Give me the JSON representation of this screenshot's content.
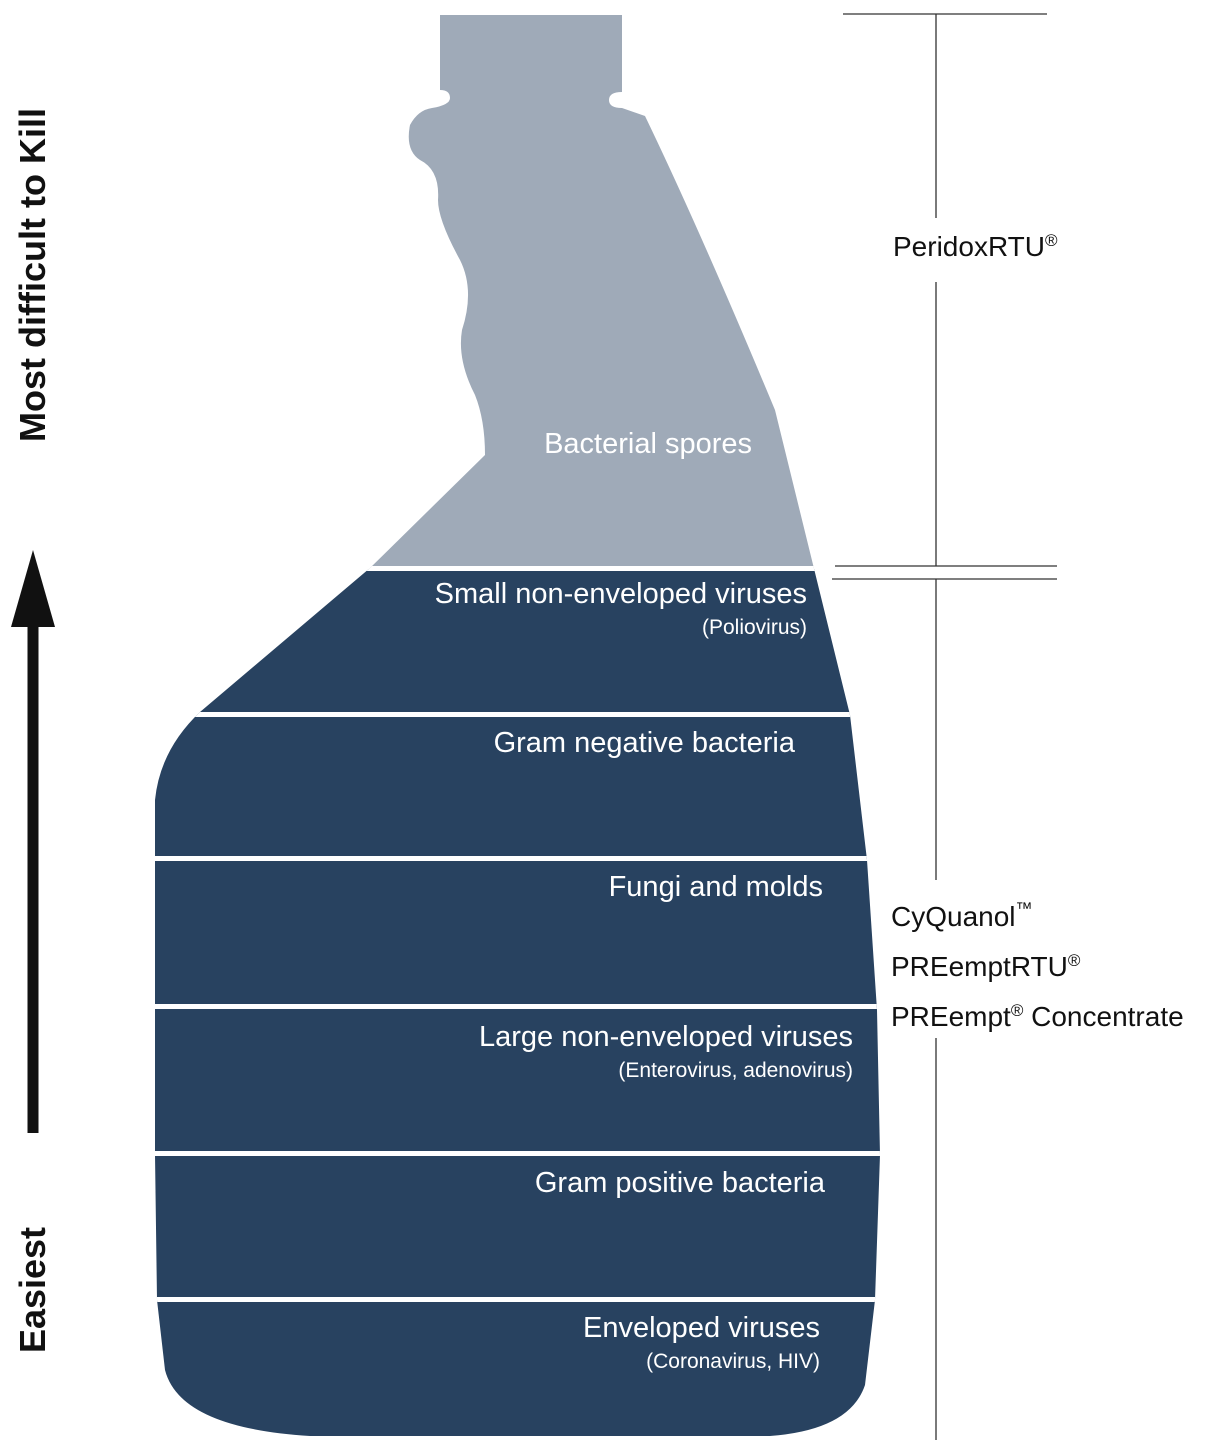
{
  "axis": {
    "top_label": "Most difficult to Kill",
    "bottom_label": "Easiest"
  },
  "colors": {
    "spores_fill": "#9faab8",
    "layers_fill": "#284260",
    "divider": "#ffffff",
    "bracket": "#333333"
  },
  "layers": [
    {
      "label": "Bacterial spores",
      "sublabel": ""
    },
    {
      "label": "Small non-enveloped viruses",
      "sublabel": "(Poliovirus)"
    },
    {
      "label": "Gram negative bacteria",
      "sublabel": ""
    },
    {
      "label": "Fungi and molds",
      "sublabel": ""
    },
    {
      "label": "Large non-enveloped viruses",
      "sublabel": "(Enterovirus, adenovirus)"
    },
    {
      "label": "Gram positive bacteria",
      "sublabel": ""
    },
    {
      "label": "Enveloped viruses",
      "sublabel": "(Coronavirus, HIV)"
    }
  ],
  "products": {
    "top": {
      "name": "PeridoxRTU",
      "mark": "®"
    },
    "bottom": [
      {
        "name": "CyQuanol",
        "mark": "™",
        "suffix": ""
      },
      {
        "name": "PREemptRTU",
        "mark": "®",
        "suffix": ""
      },
      {
        "name": "PREempt",
        "mark": "®",
        "suffix": " Concentrate"
      }
    ]
  }
}
